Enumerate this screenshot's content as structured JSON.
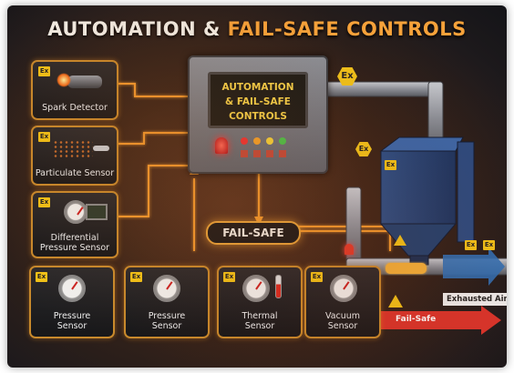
{
  "title": {
    "part1": "AUTOMATION &",
    "part2": "FAIL-SAFE CONTROLS"
  },
  "panel": {
    "line1": "AUTOMATION",
    "line2": "& FAIL-SAFE",
    "line3": "CONTROLS"
  },
  "ex_mark": "Ex",
  "pill": {
    "label": "FAIL-SAFE"
  },
  "sensors_left": [
    {
      "label": "Spark Detector"
    },
    {
      "label": "Particulate Sensor"
    },
    {
      "label": "Differential Pressure Sensor"
    }
  ],
  "sensors_bottom": [
    {
      "label1": "Pressure",
      "label2": "Sensor"
    },
    {
      "label1": "Pressure",
      "label2": "Sensor"
    },
    {
      "label1": "Thermal",
      "label2": "Sensor"
    },
    {
      "label1": "Vacuum",
      "label2": "Sensor"
    }
  ],
  "exhaust_label": "Exhausted Air",
  "failsafe_arrow_label": "Fail-Safe",
  "colors": {
    "accent": "#f6a23a",
    "border": "#c98a2c",
    "ex_yellow": "#f2c318",
    "alarm_red": "#e0332a"
  }
}
